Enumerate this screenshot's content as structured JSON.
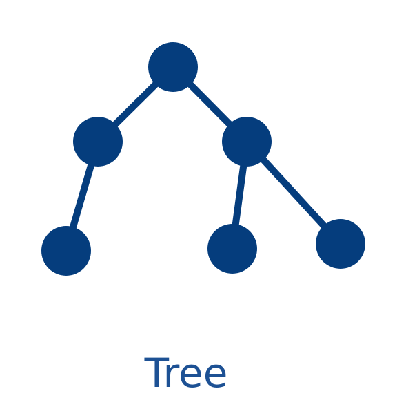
{
  "caption": "Tree",
  "colors": {
    "node": "#053d7d",
    "edge": "#053d7d",
    "caption": "#1d5194",
    "background": "#ffffff"
  },
  "icon": "tree-icon",
  "tree": {
    "nodes": [
      {
        "id": "root",
        "level": 0
      },
      {
        "id": "left-child",
        "level": 1,
        "parent": "root"
      },
      {
        "id": "right-child",
        "level": 1,
        "parent": "root"
      },
      {
        "id": "left-leaf",
        "level": 2,
        "parent": "left-child"
      },
      {
        "id": "middle-leaf",
        "level": 2,
        "parent": "right-child"
      },
      {
        "id": "right-leaf",
        "level": 2,
        "parent": "right-child"
      }
    ]
  }
}
